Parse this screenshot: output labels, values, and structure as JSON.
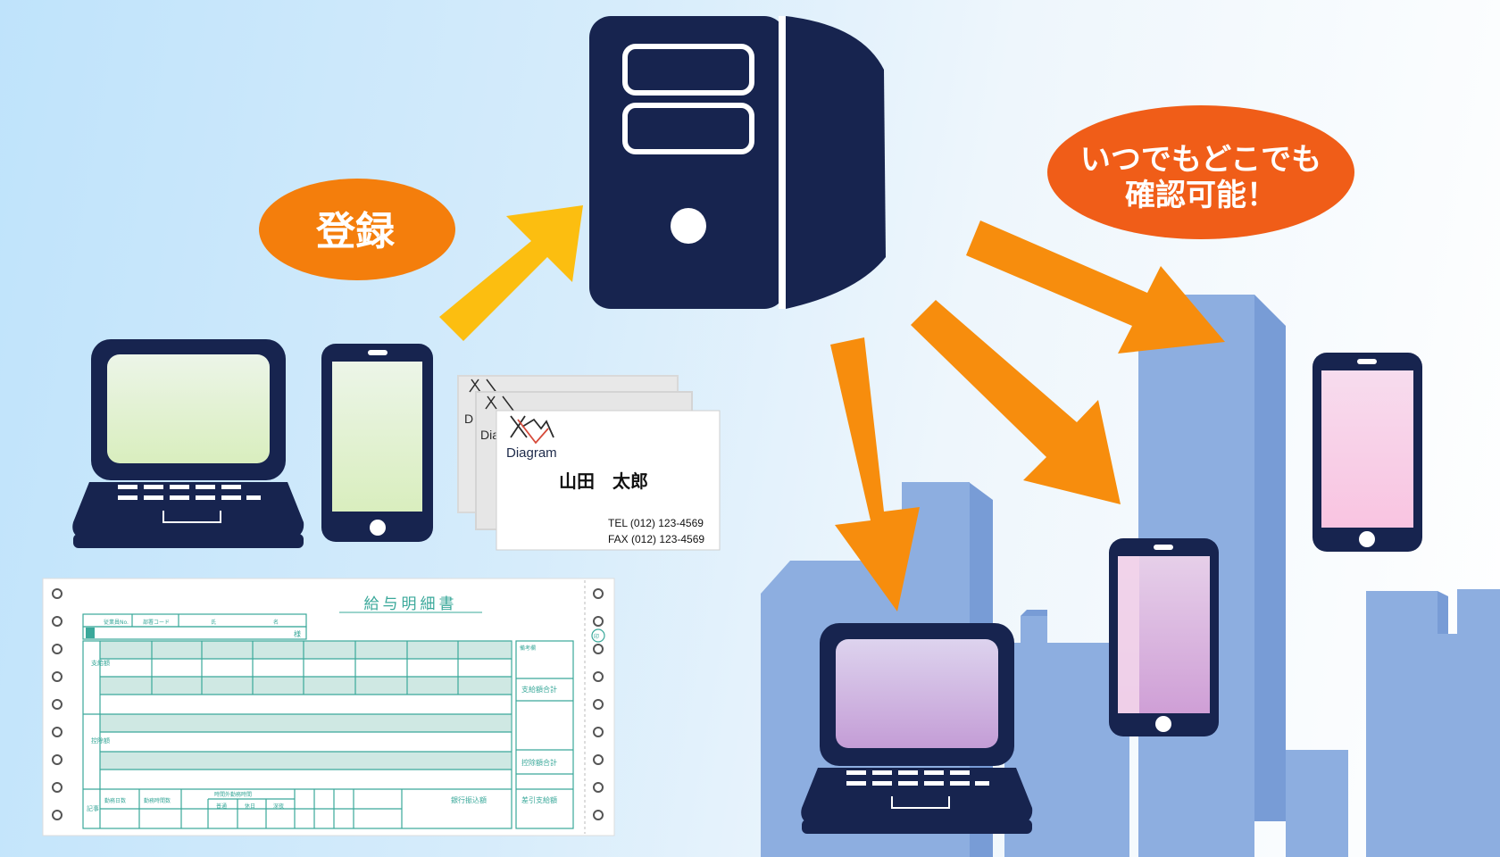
{
  "bubbles": {
    "register": "登録",
    "anywhere_line1": "いつでもどこでも",
    "anywhere_line2": "確認可能！"
  },
  "business_card": {
    "logo_text": "Diagram",
    "back_card_letter_1": "D",
    "back_card_letter_2": "Dia",
    "name": "山田　太郎",
    "tel": "TEL (012) 123-4569",
    "fax": "FAX (012) 123-4569"
  },
  "payslip": {
    "title": "給与明細書",
    "label_employee_no": "従業員No.",
    "label_dept_code": "部署コード",
    "label_name_family": "氏",
    "label_name_given": "名",
    "label_honorific": "様",
    "side_payment": "支給額",
    "side_deduction": "控除額",
    "side_notes": "記事",
    "label_payment_total": "支給額合計",
    "label_deduction_total": "控除額合計",
    "label_bank_transfer": "銀行振込額",
    "label_net_pay": "差引支給額",
    "label_work_days": "勤務日数",
    "label_work_hours": "勤務時間数",
    "label_overtime": "時間外勤務時間",
    "label_regular": "普通",
    "label_holiday": "休日",
    "label_midnight": "深夜",
    "label_memo": "備考欄",
    "label_seal": "印"
  },
  "colors": {
    "navy": "#17244f",
    "arrow_yellow": "#fcbe10",
    "arrow_orange": "#f78d0d",
    "bubble_orange": "#f47e0c",
    "bubble_red_orange": "#f05d18",
    "building_blue": "#8daee0",
    "building_side": "#789cd6",
    "slip_teal": "#3aa89a"
  }
}
